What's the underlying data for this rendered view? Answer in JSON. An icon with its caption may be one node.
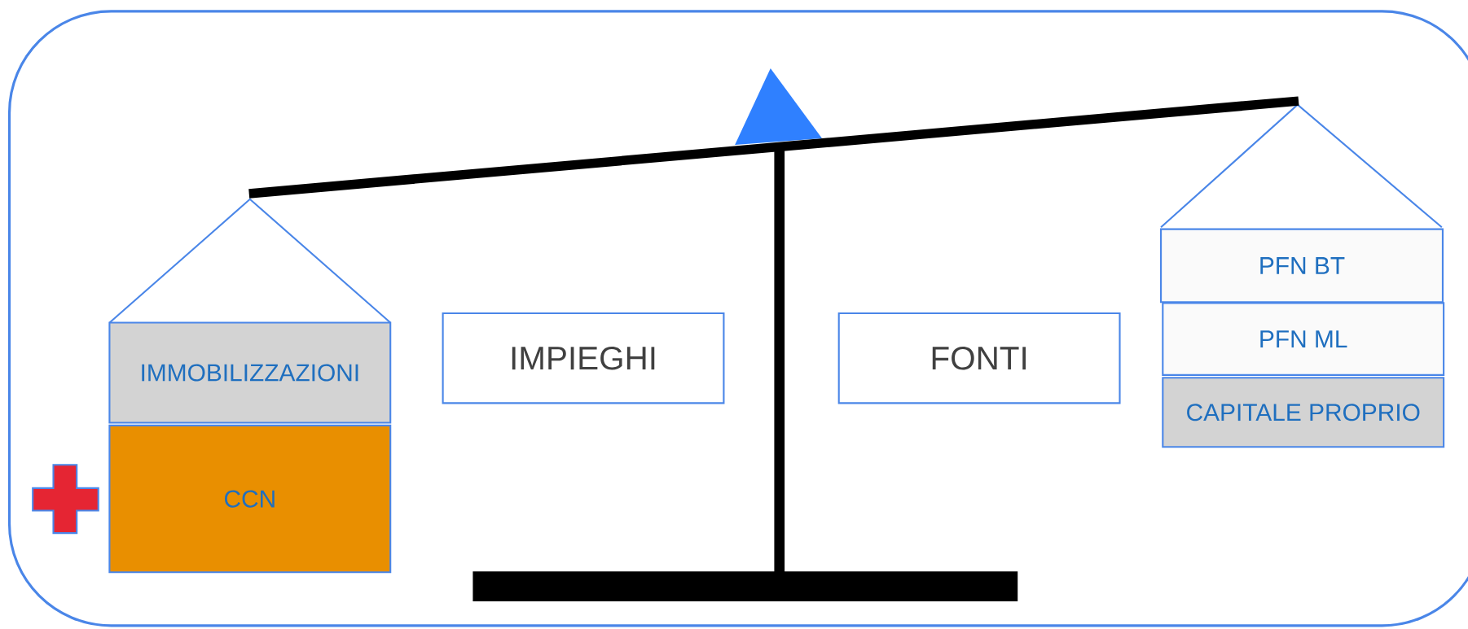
{
  "diagram": {
    "nodes": [
      {
        "text": [],
        "shape": "triangle"
      },
      {
        "text": [
          "IMMOBILIZZAZIONI"
        ]
      },
      {
        "text": [
          "CCN"
        ]
      },
      {
        "text": [
          "IMPIEGHI"
        ]
      },
      {
        "text": [
          "FONTI"
        ]
      },
      {
        "text": [
          "PFN BT"
        ]
      },
      {
        "text": [
          "PFN ML"
        ]
      },
      {
        "text": [
          "CAPITALE PROPRIO"
        ]
      }
    ]
  }
}
